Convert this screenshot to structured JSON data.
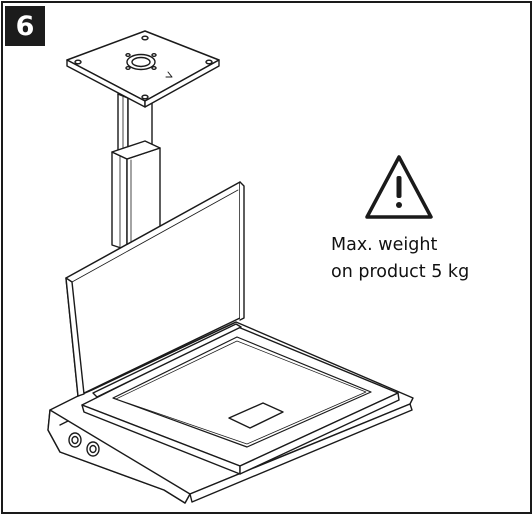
{
  "step": {
    "number": "6"
  },
  "warning": {
    "icon": "warning-triangle-icon",
    "line1": "Max. weight",
    "line2": "on product 5 kg"
  },
  "illustration": {
    "subject": "stand-column-with-top-plate-and-open-laptop-tray",
    "line_color": "#1a1a1a",
    "fill_color": "#ffffff"
  }
}
